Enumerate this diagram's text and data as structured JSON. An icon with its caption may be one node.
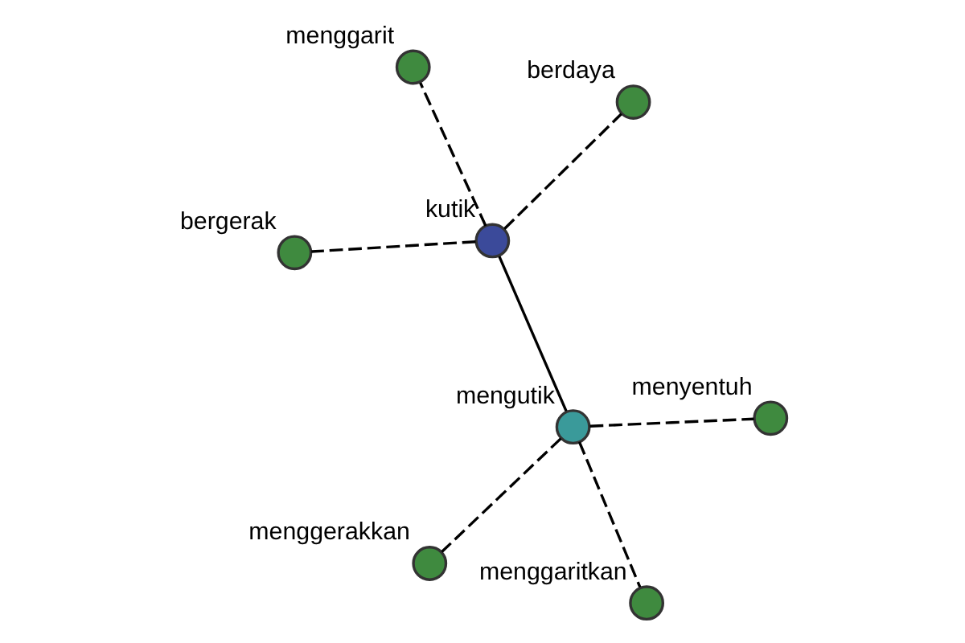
{
  "diagram": {
    "nodes": [
      {
        "text": [
          "menggarit"
        ]
      },
      {
        "text": [
          "menyentuh"
        ]
      },
      {
        "text": [
          "menggaritkan"
        ]
      },
      {
        "text": [
          "kutik"
        ]
      },
      {
        "text": [
          "mengutik"
        ]
      },
      {
        "text": [
          "bergerak"
        ]
      },
      {
        "text": [
          "menggerakkan"
        ]
      },
      {
        "text": [
          "berdaya"
        ]
      }
    ],
    "edges": [
      {
        "from": 3,
        "to": 4,
        "arrow": "none"
      },
      {
        "from": 3,
        "to": 0,
        "arrow": "none",
        "style": "dashed"
      },
      {
        "from": 3,
        "to": 5,
        "arrow": "none",
        "style": "dashed"
      },
      {
        "from": 3,
        "to": 7,
        "arrow": "none",
        "style": "dashed"
      },
      {
        "from": 4,
        "to": 1,
        "arrow": "none",
        "style": "dashed"
      },
      {
        "from": 4,
        "to": 2,
        "arrow": "none",
        "style": "dashed"
      },
      {
        "from": 4,
        "to": 6,
        "arrow": "none",
        "style": "dashed"
      }
    ]
  }
}
